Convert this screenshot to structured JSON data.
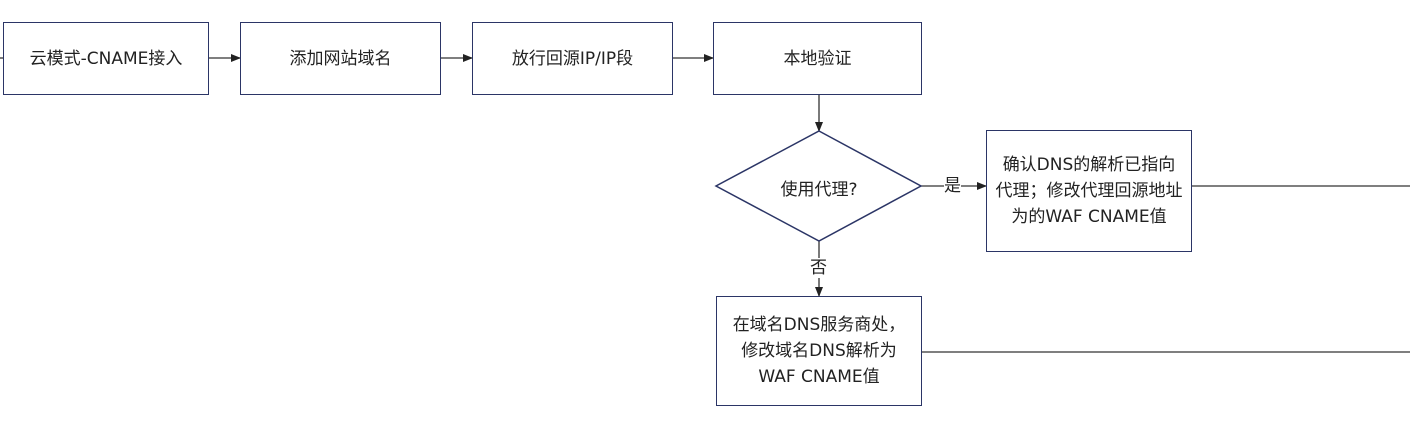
{
  "nodes": {
    "cname_access": "云模式-CNAME接入",
    "add_domain": "添加网站域名",
    "allow_ip": "放行回源IP/IP段",
    "local_verify": "本地验证",
    "use_proxy": "使用代理?",
    "proxy_config": "确认DNS的解析已指向代理；修改代理回源地址为的WAF CNAME值",
    "dns_config": "在域名DNS服务商处，修改域名DNS解析为WAF CNAME值"
  },
  "edges": {
    "yes": "是",
    "no": "否"
  },
  "colors": {
    "border": "#2b3566",
    "line": "#333333"
  }
}
